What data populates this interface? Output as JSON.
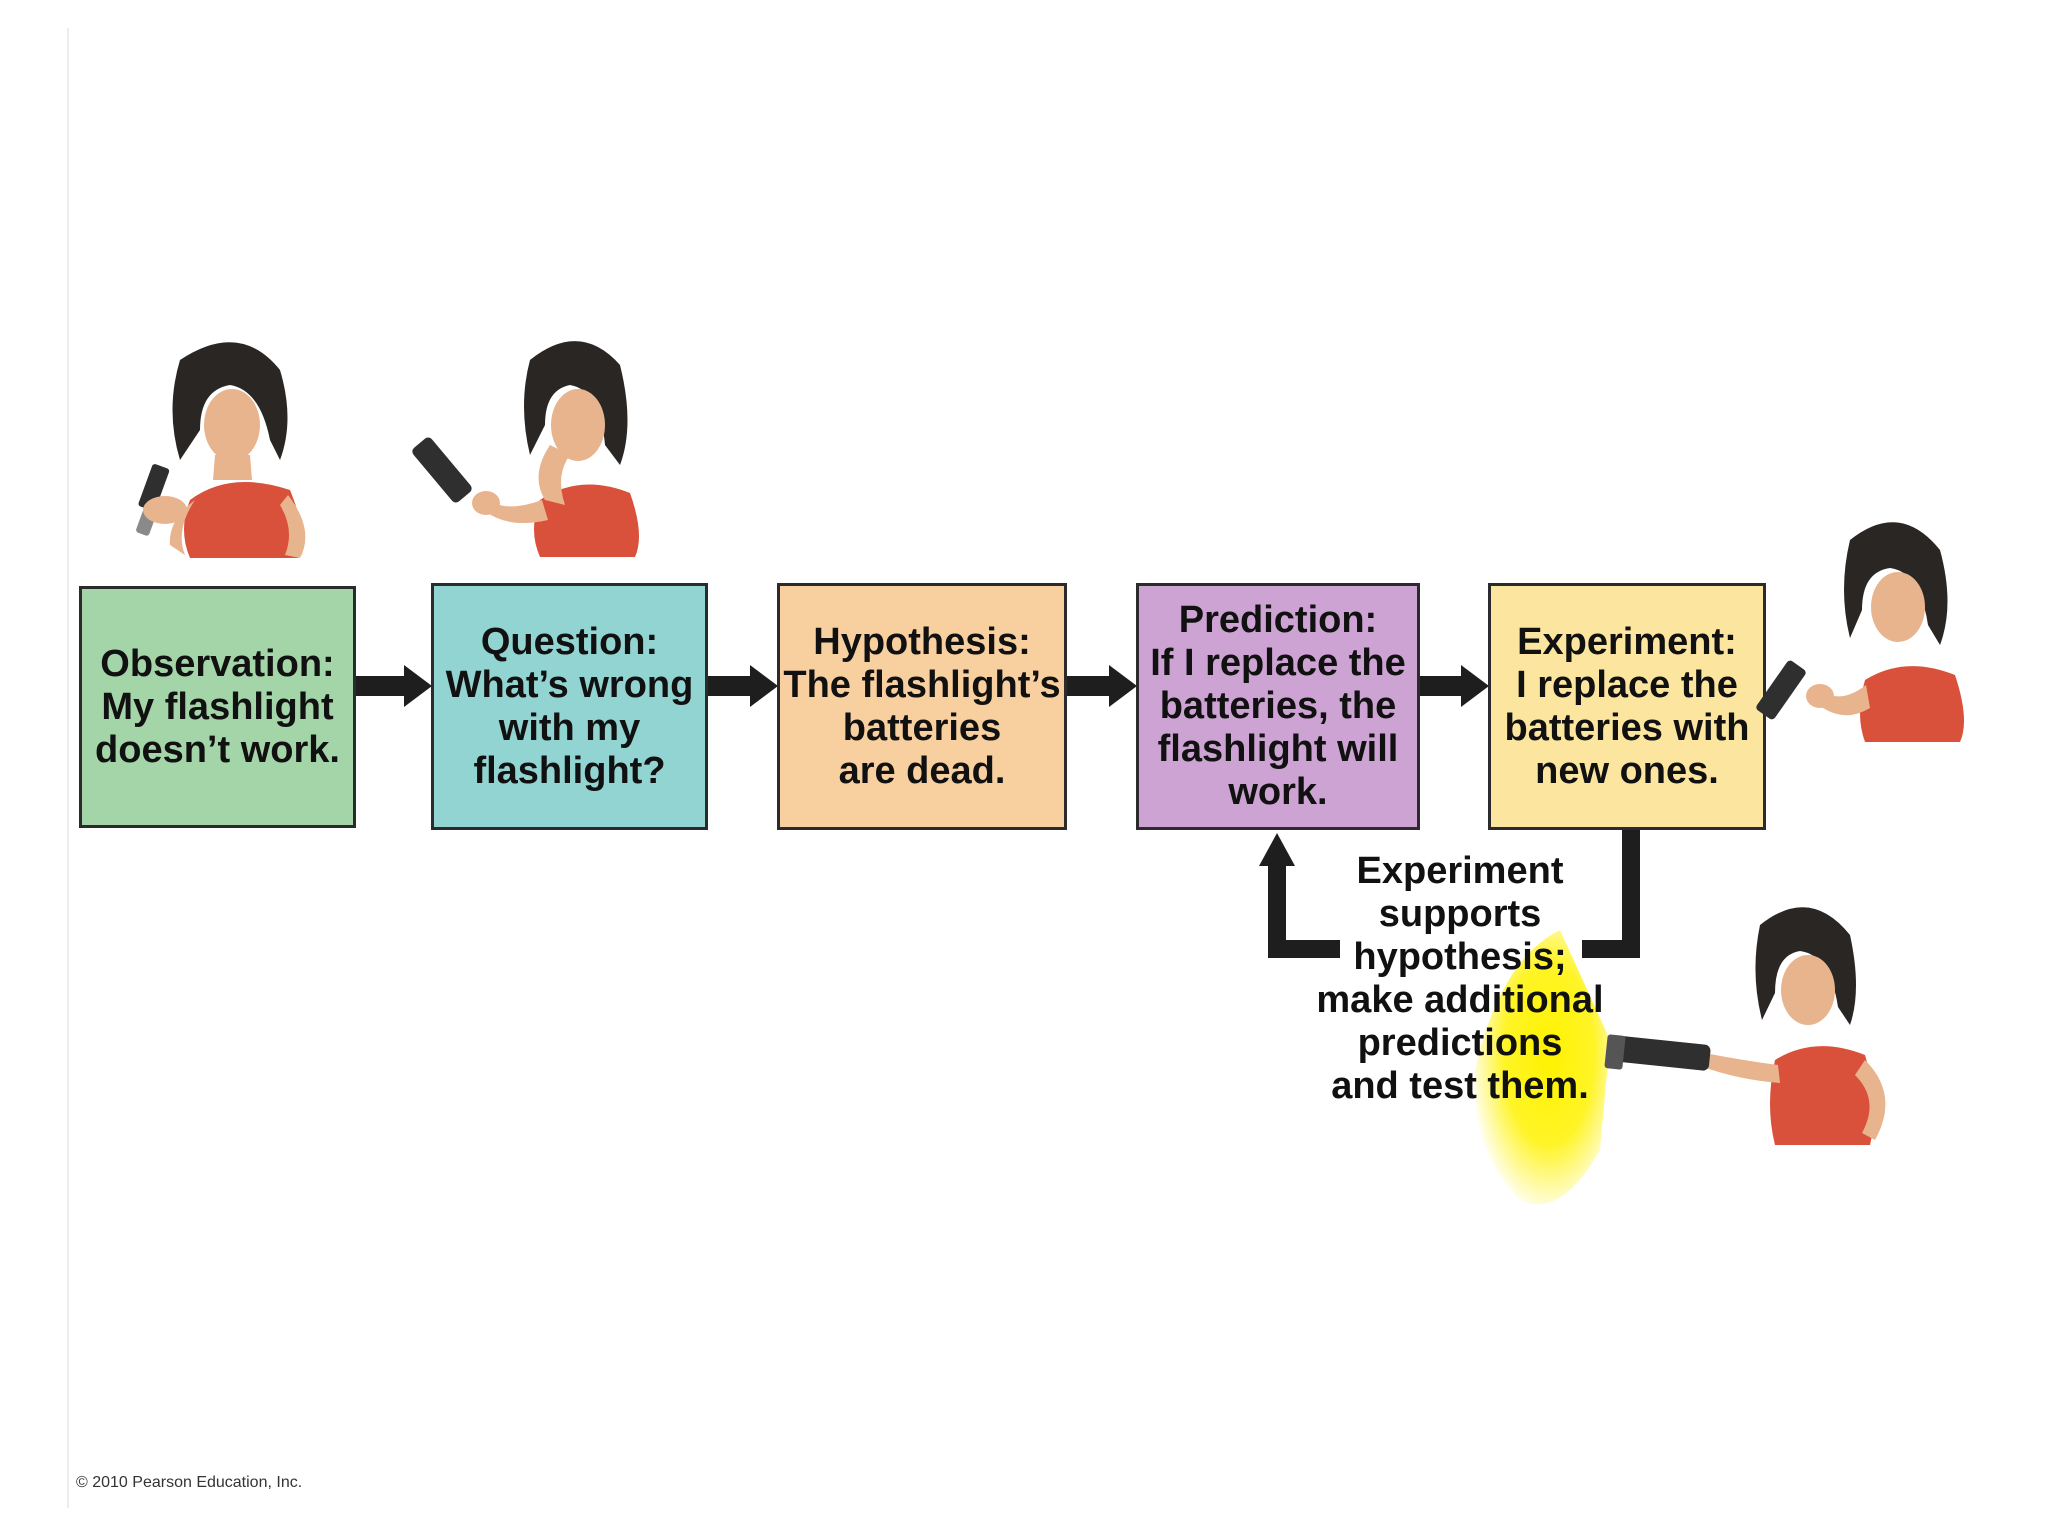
{
  "steps": [
    {
      "id": "observation",
      "text": "Observation:\nMy flashlight\ndoesn’t work.",
      "color": "#a3d5a8"
    },
    {
      "id": "question",
      "text": "Question:\nWhat’s wrong\nwith my\nflashlight?",
      "color": "#92d4d2"
    },
    {
      "id": "hypothesis",
      "text": "Hypothesis:\nThe flashlight’s\nbatteries\nare dead.",
      "color": "#f8cf9f"
    },
    {
      "id": "prediction",
      "text": "Prediction:\nIf I replace the\nbatteries, the\nflashlight will\nwork.",
      "color": "#cda3d3"
    },
    {
      "id": "experiment",
      "text": "Experiment:\nI replace the\nbatteries with\nnew ones.",
      "color": "#fbe59f"
    }
  ],
  "loop": {
    "text": "Experiment\nsupports\nhypothesis;\nmake additional\npredictions\nand test them."
  },
  "copyright": "© 2010 Pearson Education, Inc.",
  "colors": {
    "arrow": "#1e1e1e",
    "shirt": "#d9513a",
    "skin": "#e8b48e",
    "hair": "#2a2624",
    "flashlight": "#2f2f2f",
    "light_beam": "#fff200"
  },
  "illustrations": [
    "woman-examining-flashlight-icon",
    "woman-thinking-with-flashlight-icon",
    "woman-replacing-batteries-icon",
    "woman-shining-flashlight-icon"
  ]
}
